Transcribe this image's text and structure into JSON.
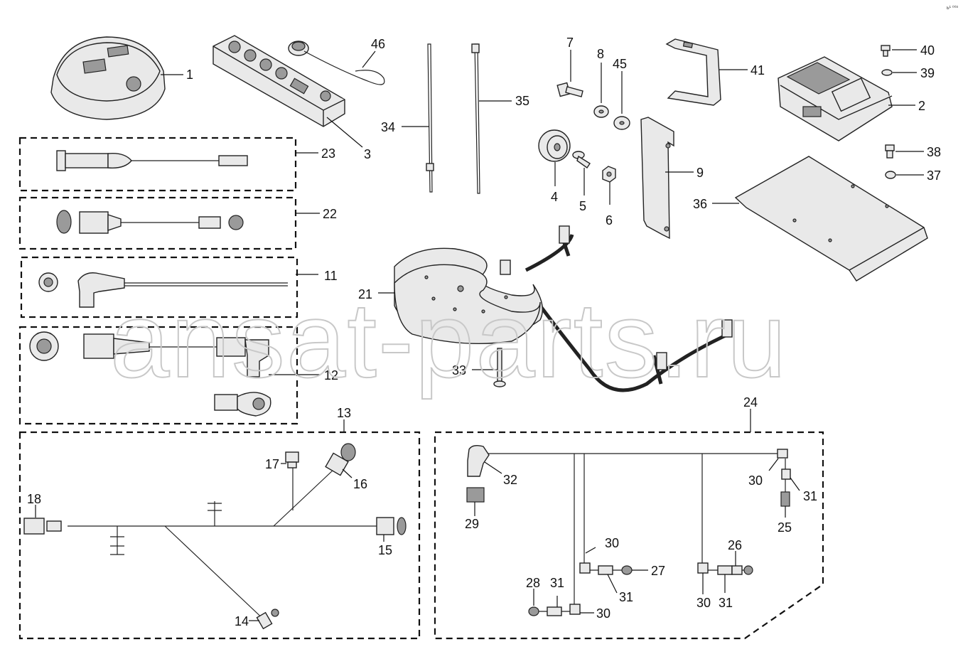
{
  "corner_code": "ь¹ ⁰⁰³",
  "watermark": "ansat-parts.ru",
  "callouts": [
    "1",
    "2",
    "3",
    "4",
    "5",
    "6",
    "7",
    "8",
    "9",
    "11",
    "12",
    "13",
    "14",
    "15",
    "16",
    "17",
    "18",
    "21",
    "22",
    "23",
    "24",
    "25",
    "26",
    "27",
    "28",
    "29",
    "30",
    "31",
    "32",
    "33",
    "34",
    "35",
    "36",
    "37",
    "38",
    "39",
    "40",
    "41",
    "45",
    "46"
  ],
  "labels": {
    "p1": "1",
    "p2": "2",
    "p3": "3",
    "p4": "4",
    "p5": "5",
    "p6": "6",
    "p7": "7",
    "p8": "8",
    "p9": "9",
    "p11": "11",
    "p12": "12",
    "p13": "13",
    "p14": "14",
    "p15": "15",
    "p16": "16",
    "p17": "17",
    "p18": "18",
    "p21": "21",
    "p22": "22",
    "p23": "23",
    "p24": "24",
    "p25": "25",
    "p26": "26",
    "p27": "27",
    "p28": "28",
    "p29": "29",
    "p30a": "30",
    "p30b": "30",
    "p30c": "30",
    "p30d": "30",
    "p31a": "31",
    "p31b": "31",
    "p31c": "31",
    "p31d": "31",
    "p32": "32",
    "p33": "33",
    "p34": "34",
    "p35": "35",
    "p36": "36",
    "p37": "37",
    "p38": "38",
    "p39": "39",
    "p40": "40",
    "p41": "41",
    "p45": "45",
    "p46": "46"
  }
}
